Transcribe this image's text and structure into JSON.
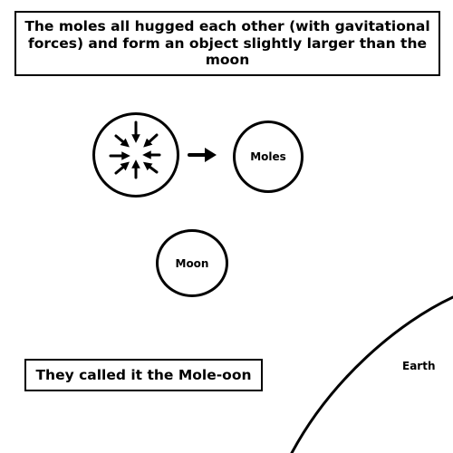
{
  "caption": {
    "text": "The moles all hugged each other (with gavitational forces) and form an object slightly larger than the moon"
  },
  "labels": {
    "moles": "Moles",
    "moon": "Moon",
    "earth": "Earth"
  },
  "bottom_caption": {
    "text": "They called it the Mole-oon"
  },
  "icons": {
    "clump": "inward-arrows-icon",
    "transition": "right-arrow-icon"
  },
  "colors": {
    "ink": "#000000",
    "background": "#ffffff"
  }
}
